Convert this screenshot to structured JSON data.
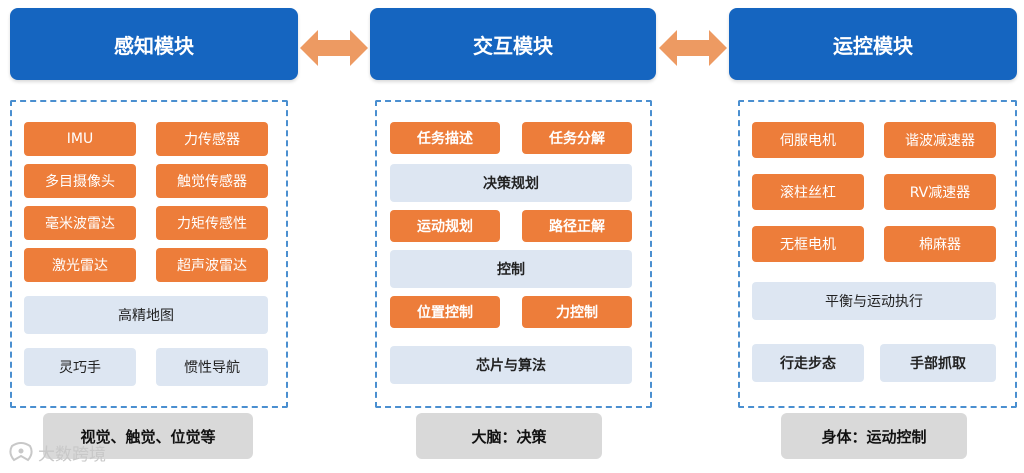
{
  "modules": {
    "perception": {
      "title": "感知模块",
      "items": [
        "IMU",
        "力传感器",
        "多目摄像头",
        "触觉传感器",
        "毫米波雷达",
        "力矩传感性",
        "激光雷达",
        "超声波雷达"
      ],
      "map": "高精地图",
      "bottom": [
        "灵巧手",
        "惯性导航"
      ],
      "footer": "视觉、触觉、位觉等"
    },
    "interaction": {
      "title": "交互模块",
      "row1": [
        "任务描述",
        "任务分解"
      ],
      "decision": "决策规划",
      "row2": [
        "运动规划",
        "路径正解"
      ],
      "control": "控制",
      "row3": [
        "位置控制",
        "力控制"
      ],
      "chip": "芯片与算法",
      "footer": "大脑：决策"
    },
    "motion": {
      "title": "运控模块",
      "items": [
        "伺服电机",
        "谐波减速器",
        "滚柱丝杠",
        "RV减速器",
        "无框电机",
        "棉麻器"
      ],
      "balance": "平衡与运动执行",
      "bottom": [
        "行走步态",
        "手部抓取"
      ],
      "footer": "身体：运动控制"
    }
  },
  "watermark": "大数跨境",
  "colors": {
    "header_blue": "#1565c0",
    "orange": "#ed7d3a",
    "light_blue": "#dde6f2",
    "arrow": "#ed9a62",
    "dash": "#4a8fd0",
    "footer_gray": "#d9d9d9"
  }
}
